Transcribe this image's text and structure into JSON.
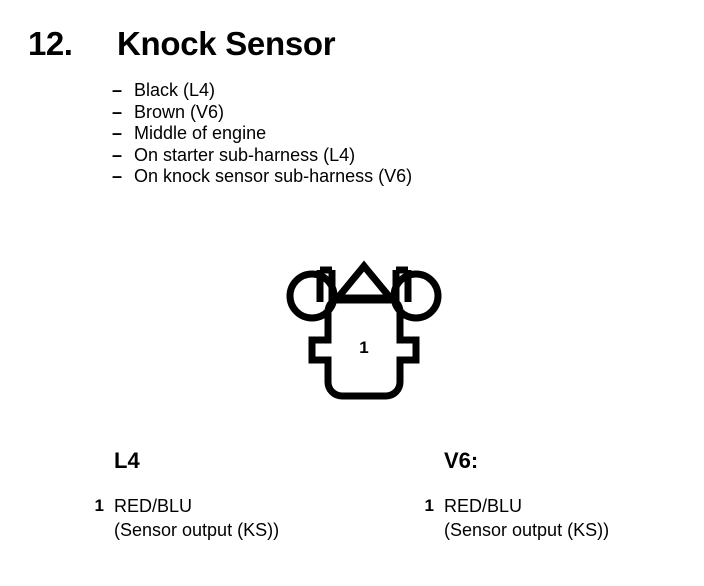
{
  "page": {
    "background_color": "#ffffff",
    "ink_color": "#000000"
  },
  "header": {
    "number": "12.",
    "title": "Knock Sensor"
  },
  "notes": {
    "dash": "–",
    "items": [
      "Black (L4)",
      "Brown (V6)",
      "Middle of engine",
      "On starter sub-harness (L4)",
      "On knock sensor sub-harness (V6)"
    ]
  },
  "connector": {
    "name": "knock-sensor-connector",
    "pin_label": "1",
    "cavity_count": 1
  },
  "pinouts": [
    {
      "variant_key": "l4",
      "heading": "L4",
      "pins": [
        {
          "number": "1",
          "wire": "RED/BLU",
          "description": "(Sensor output (KS))"
        }
      ]
    },
    {
      "variant_key": "v6",
      "heading": "V6:",
      "pins": [
        {
          "number": "1",
          "wire": "RED/BLU",
          "description": "(Sensor output (KS))"
        }
      ]
    }
  ]
}
